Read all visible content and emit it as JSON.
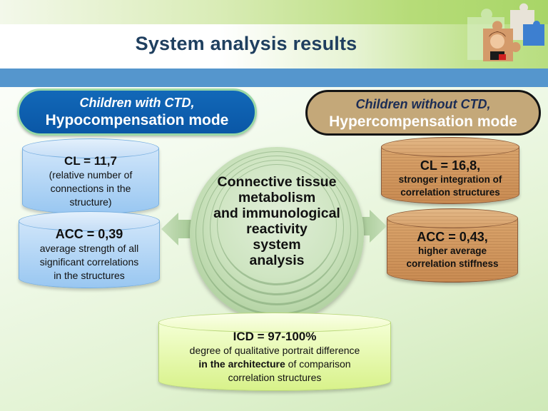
{
  "slide": {
    "title": "System analysis results"
  },
  "groups": {
    "left": {
      "line1": "Children with CTD,",
      "line2": "Hypocompensation mode",
      "color": "#0a5ca9",
      "cl": {
        "value": "CL = 11,7",
        "desc": [
          "(relative number  of",
          "connections in the",
          "structure)"
        ]
      },
      "acc": {
        "value": "ACC = 0,39",
        "desc": [
          "average strength of all",
          "significant correlations",
          "in the structures"
        ]
      }
    },
    "right": {
      "line1": "Children without CTD,",
      "line2": "Hypercompensation mode",
      "color": "#c4a879",
      "cl": {
        "value": "CL = 16,8,",
        "desc": [
          "stronger integration  of",
          "correlation  structures"
        ]
      },
      "acc": {
        "value": "ACC = 0,43,",
        "desc": [
          "higher average",
          "correlation  stiffness"
        ]
      }
    }
  },
  "center": {
    "lines": [
      "Connective tissue",
      "metabolism",
      "and immunological",
      "reactivity",
      "system",
      "analysis"
    ]
  },
  "icd": {
    "value": "ICD = 97-100%",
    "line1": "degree of qualitative portrait difference",
    "line2_bold": "in the architecture",
    "line2_rest": " of comparison",
    "line3": "correlation structures"
  }
}
